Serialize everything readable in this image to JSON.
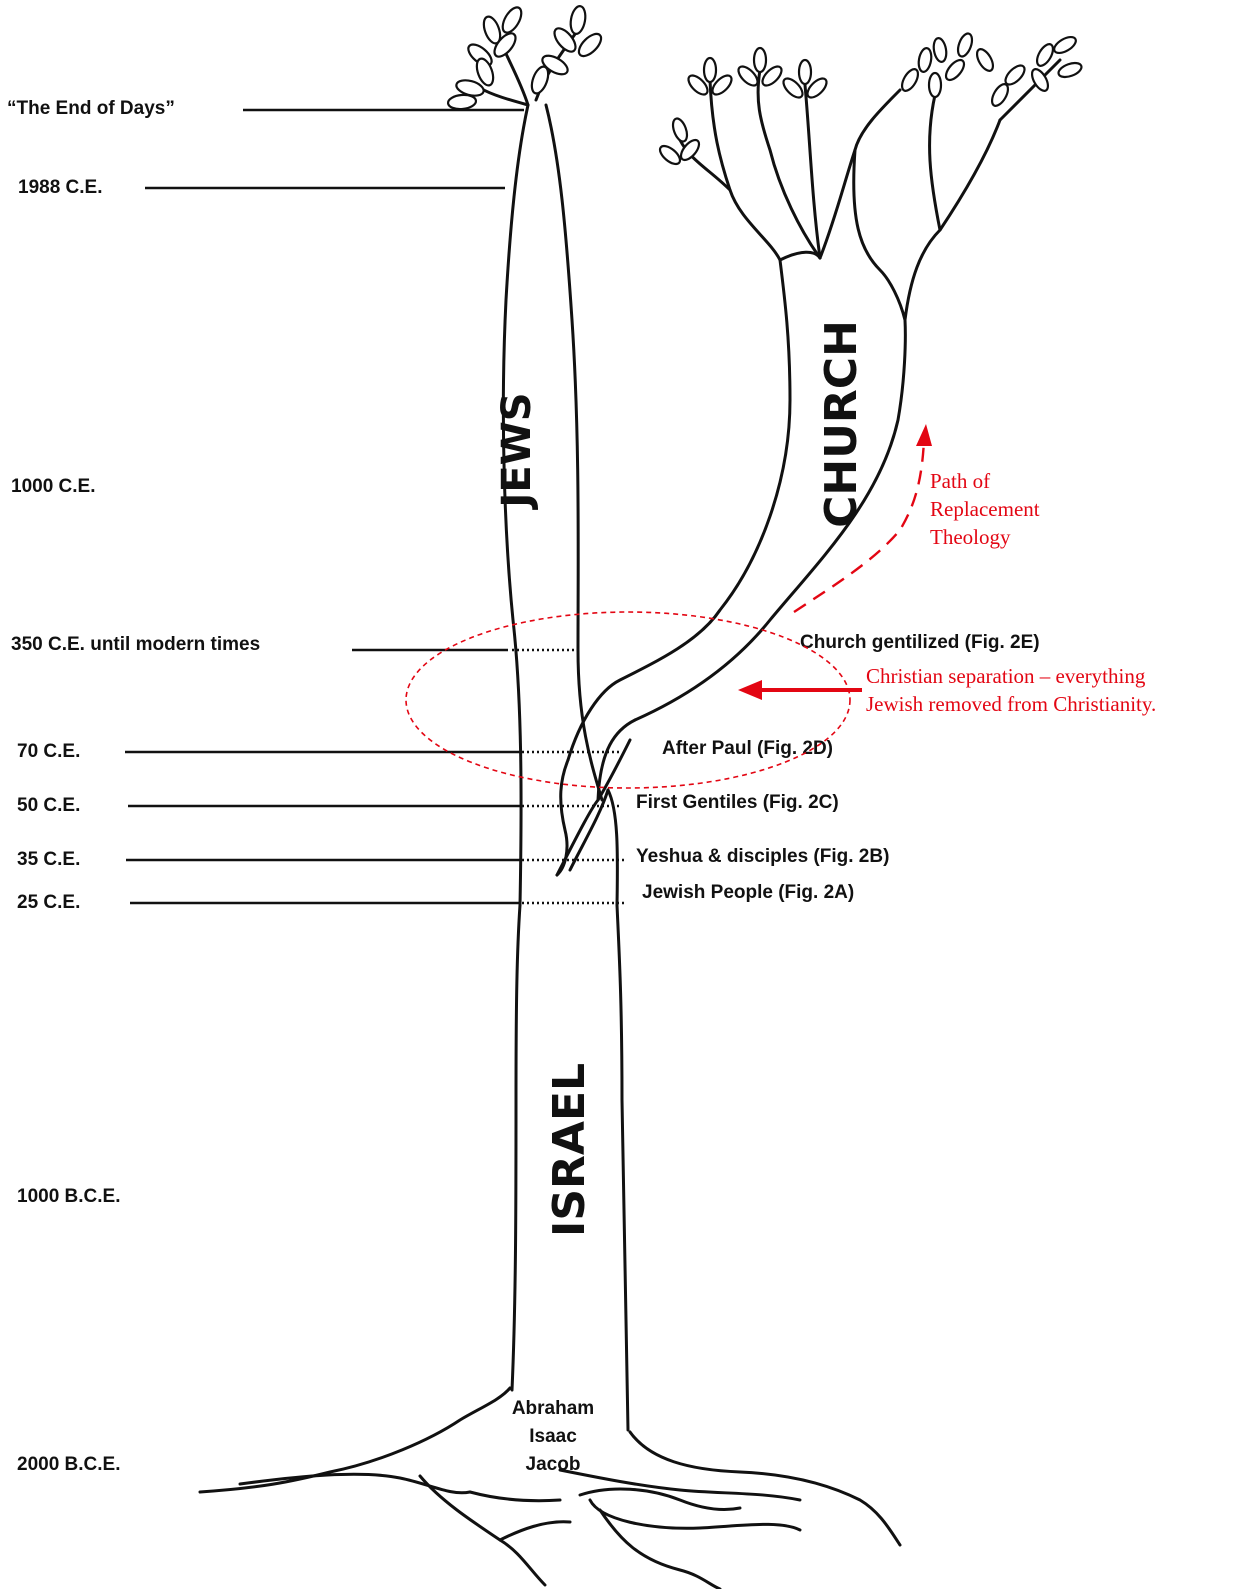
{
  "timeline": [
    {
      "text": "“The End of Days”"
    },
    {
      "text": "1988 C.E."
    },
    {
      "text": "1000 C.E."
    },
    {
      "text": "350 C.E. until modern times"
    },
    {
      "text": "70 C.E."
    },
    {
      "text": "50 C.E."
    },
    {
      "text": "35 C.E."
    },
    {
      "text": "25 C.E."
    },
    {
      "text": "1000 B.C.E."
    },
    {
      "text": "2000 B.C.E."
    }
  ],
  "figures": {
    "church_gentilized": "Church gentilized (Fig. 2E)",
    "after_paul": "After Paul (Fig. 2D)",
    "first_gentiles": "First Gentiles (Fig. 2C)",
    "yeshua": "Yeshua & disciples (Fig. 2B)",
    "jewish_people": "Jewish People (Fig. 2A)"
  },
  "trunk_words": {
    "jews": "JEWS",
    "church": "CHURCH",
    "israel": "ISRAEL"
  },
  "patriarchs": [
    "Abraham",
    "Isaac",
    "Jacob"
  ],
  "annotations": {
    "path_lines": [
      "Path of",
      "Replacement",
      "Theology"
    ],
    "separation_lines": [
      "Christian separation – everything",
      "Jewish removed from Christianity."
    ]
  },
  "colors": {
    "ink": "#111111",
    "annotation": "#e30613"
  }
}
